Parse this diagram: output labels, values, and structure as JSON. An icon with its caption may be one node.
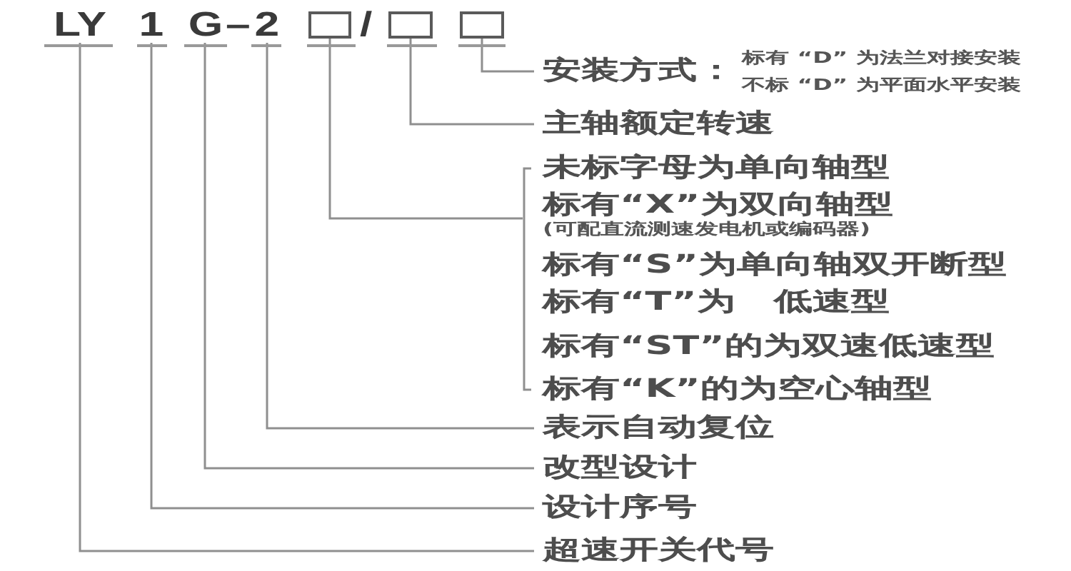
{
  "diagram": {
    "nodes": [
      {
        "text": [
          "LY"
        ]
      },
      {
        "text": [
          "1"
        ]
      },
      {
        "text": [
          "G"
        ]
      },
      {
        "text": [
          "2"
        ]
      },
      {
        "text": [],
        "shape": "box"
      },
      {
        "text": [],
        "shape": "box"
      },
      {
        "text": [],
        "shape": "box"
      },
      {
        "text": [
          "安装方式：",
          "标有 “D” 为法兰对接安装",
          "不标 “D” 为平面水平安装"
        ]
      },
      {
        "text": [
          "主轴额定转速"
        ]
      },
      {
        "text": [
          "未标字母为单向轴型",
          "标有“X”为双向轴型",
          "(可配直流测速发电机或编码器)",
          "标有“S”为单向轴双开断型",
          "标有“T”为　低速型",
          "标有“ST”的为双速低速型",
          "标有“K”的为空心轴型"
        ]
      },
      {
        "text": [
          "表示自动复位"
        ]
      },
      {
        "text": [
          "改型设计"
        ]
      },
      {
        "text": [
          "设计序号"
        ]
      },
      {
        "text": [
          "超速开关代号"
        ]
      }
    ],
    "edges": [
      {
        "from": 6,
        "to": 7,
        "arrow": "none"
      },
      {
        "from": 5,
        "to": 8,
        "arrow": "none"
      },
      {
        "from": 4,
        "to": 9,
        "arrow": "none"
      },
      {
        "from": 3,
        "to": 10,
        "arrow": "none"
      },
      {
        "from": 2,
        "to": 11,
        "arrow": "none"
      },
      {
        "from": 1,
        "to": 12,
        "arrow": "none"
      },
      {
        "from": 0,
        "to": 13,
        "arrow": "none"
      }
    ],
    "labels": [
      "–",
      "/"
    ]
  }
}
